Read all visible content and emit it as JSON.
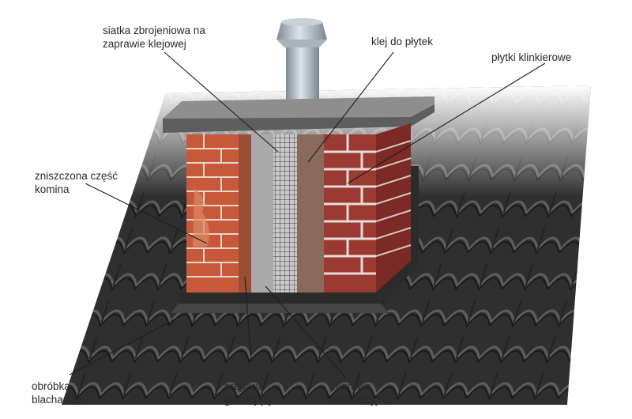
{
  "labels": {
    "mesh": "siatka zbrojeniowa na\nzaprawie klejowej",
    "tile_adhesive": "klej do płytek",
    "clinker_tiles": "płytki klinkierowe",
    "damaged_part": "zniszczona część\nkomina",
    "flashing": "obróbka\nblacharska",
    "primer": "preparat\ngruntujący",
    "renovation_mortar": "zaprawa\nrenowacyjna"
  },
  "colors": {
    "roof_tile": "#3a3a3a",
    "roof_highlight": "#6b6b6b",
    "brick": "#c8583a",
    "clinker": "#9a3a32",
    "mortar": "#a9a9a9",
    "mesh": "#444444",
    "adhesive": "#8a6a58",
    "cap": "#8e8e8e",
    "flue": "#b8c2cc"
  }
}
